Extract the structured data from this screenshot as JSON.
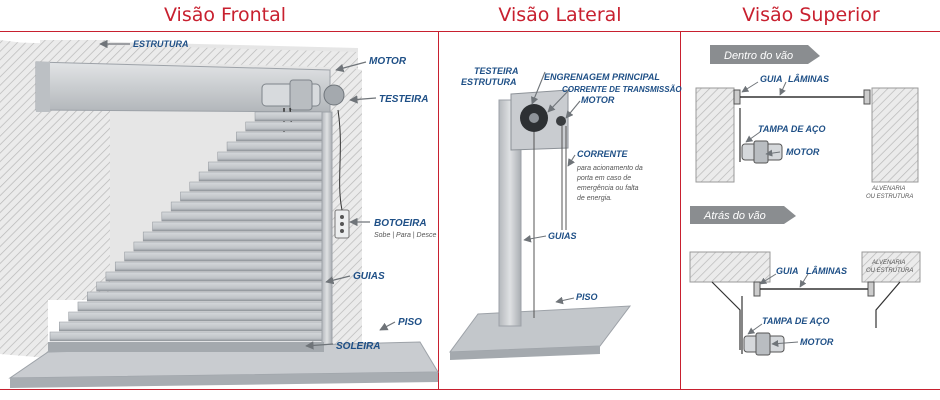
{
  "panels": {
    "frontal": {
      "title": "Visão Frontal",
      "labels": {
        "estrutura": "ESTRUTURA",
        "motor": "MOTOR",
        "testeira": "TESTEIRA",
        "botoeira": "BOTOEIRA",
        "botoeira_sub": "Sobe | Para | Desce",
        "guias": "GUIAS",
        "piso": "PISO",
        "soleira": "SOLEIRA"
      }
    },
    "lateral": {
      "title": "Visão Lateral",
      "labels": {
        "testeira": "TESTEIRA",
        "estrutura": "ESTRUTURA",
        "engrenagem": "ENGRENAGEM PRINCIPAL",
        "corrente_transmissao": "CORRENTE DE TRANSMISSÃO",
        "motor": "MOTOR",
        "corrente": "CORRENTE",
        "corrente_note": [
          "para acionamento da",
          "porta em caso de",
          "emergência ou falta",
          "de energia."
        ],
        "guias": "GUIAS",
        "piso": "PISO"
      }
    },
    "superior": {
      "title": "Visão Superior",
      "sections": {
        "dentro": {
          "tab": "Dentro do vão",
          "guia": "GUIA",
          "laminas": "LÂMINAS",
          "tampa": "TAMPA DE AÇO",
          "motor": "MOTOR",
          "alvenaria": [
            "ALVENARIA",
            "OU ESTRUTURA"
          ]
        },
        "atras": {
          "tab": "Atrás do vão",
          "guia": "GUIA",
          "laminas": "LÂMINAS",
          "tampa": "TAMPA DE AÇO",
          "motor": "MOTOR",
          "alvenaria": [
            "ALVENARIA",
            "OU ESTRUTURA"
          ]
        }
      }
    }
  },
  "colors": {
    "title": "#c8202f",
    "divider": "#c8202f",
    "label": "#1e4f86",
    "metal": "#c9ccd0",
    "metal_dark": "#9da2a8",
    "tab": "#8a8d90"
  }
}
